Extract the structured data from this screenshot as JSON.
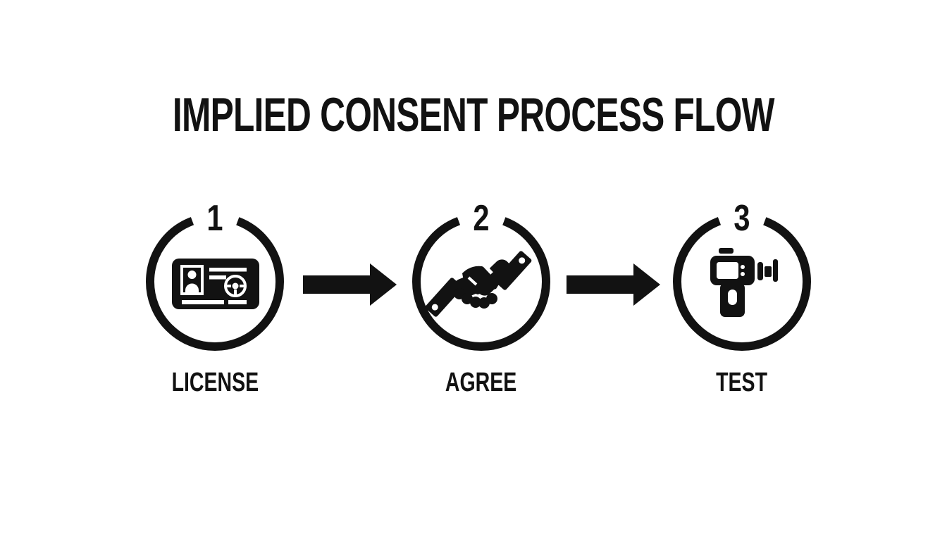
{
  "title": "IMPLIED CONSENT PROCESS FLOW",
  "steps": [
    {
      "number": "1",
      "label": "LICENSE",
      "icon": "drivers-license-icon"
    },
    {
      "number": "2",
      "label": "AGREE",
      "icon": "handshake-icon"
    },
    {
      "number": "3",
      "label": "TEST",
      "icon": "breathalyzer-icon"
    }
  ],
  "arrows": {
    "count": 2,
    "direction": "right"
  },
  "colors": {
    "ink": "#121212",
    "background": "#ffffff"
  }
}
